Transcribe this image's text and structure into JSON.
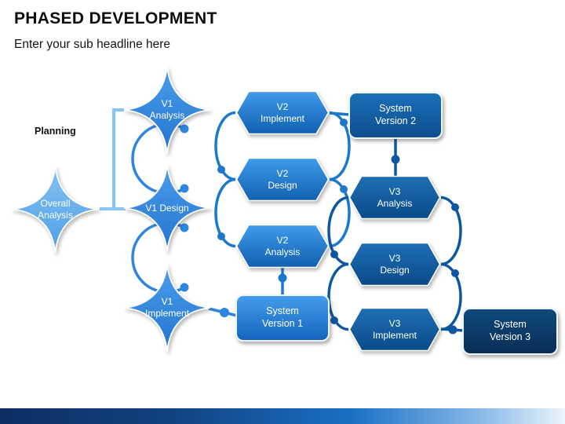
{
  "slide": {
    "title": "PHASED DEVELOPMENT",
    "subtitle": "Enter your sub headline here",
    "planning_label": "Planning"
  },
  "nodes": {
    "overall_analysis": {
      "label": "Overall\nAnalysis",
      "shape": "concave-star"
    },
    "v1_analysis": {
      "label": "V1\nAnalysis",
      "shape": "concave-star"
    },
    "v1_design": {
      "label": "V1 Design",
      "shape": "concave-star"
    },
    "v1_implement": {
      "label": "V1\nImplement",
      "shape": "concave-star"
    },
    "v2_implement": {
      "label": "V2\nImplement",
      "shape": "hexagon"
    },
    "v2_design": {
      "label": "V2\nDesign",
      "shape": "hexagon"
    },
    "v2_analysis": {
      "label": "V2\nAnalysis",
      "shape": "hexagon"
    },
    "system_v1": {
      "label": "System\nVersion 1",
      "shape": "rounded-box"
    },
    "system_v2": {
      "label": "System\nVersion 2",
      "shape": "rounded-box"
    },
    "v3_analysis": {
      "label": "V3\nAnalysis",
      "shape": "hexagon"
    },
    "v3_design": {
      "label": "V3\nDesign",
      "shape": "hexagon"
    },
    "v3_implement": {
      "label": "V3\nImplement",
      "shape": "hexagon"
    },
    "system_v3": {
      "label": "System\nVersion 3",
      "shape": "rounded-box"
    }
  },
  "colors": {
    "overall_shape": "#5FACEE",
    "v1_shape": "#2E85DF",
    "v2_shape": "#1C78CC",
    "v3_shape": "#0D57A0",
    "system_v1_box": "#1C86E0",
    "system_v2_box": "#0E5AA0",
    "system_v3_box": "#0A3560",
    "elbow_connector": "#8AC4F2",
    "text_on_shapes": "#FFFFFF",
    "bottom_bar": [
      "#0C2F63",
      "#1A6FC4",
      "#EAF4FC"
    ]
  }
}
